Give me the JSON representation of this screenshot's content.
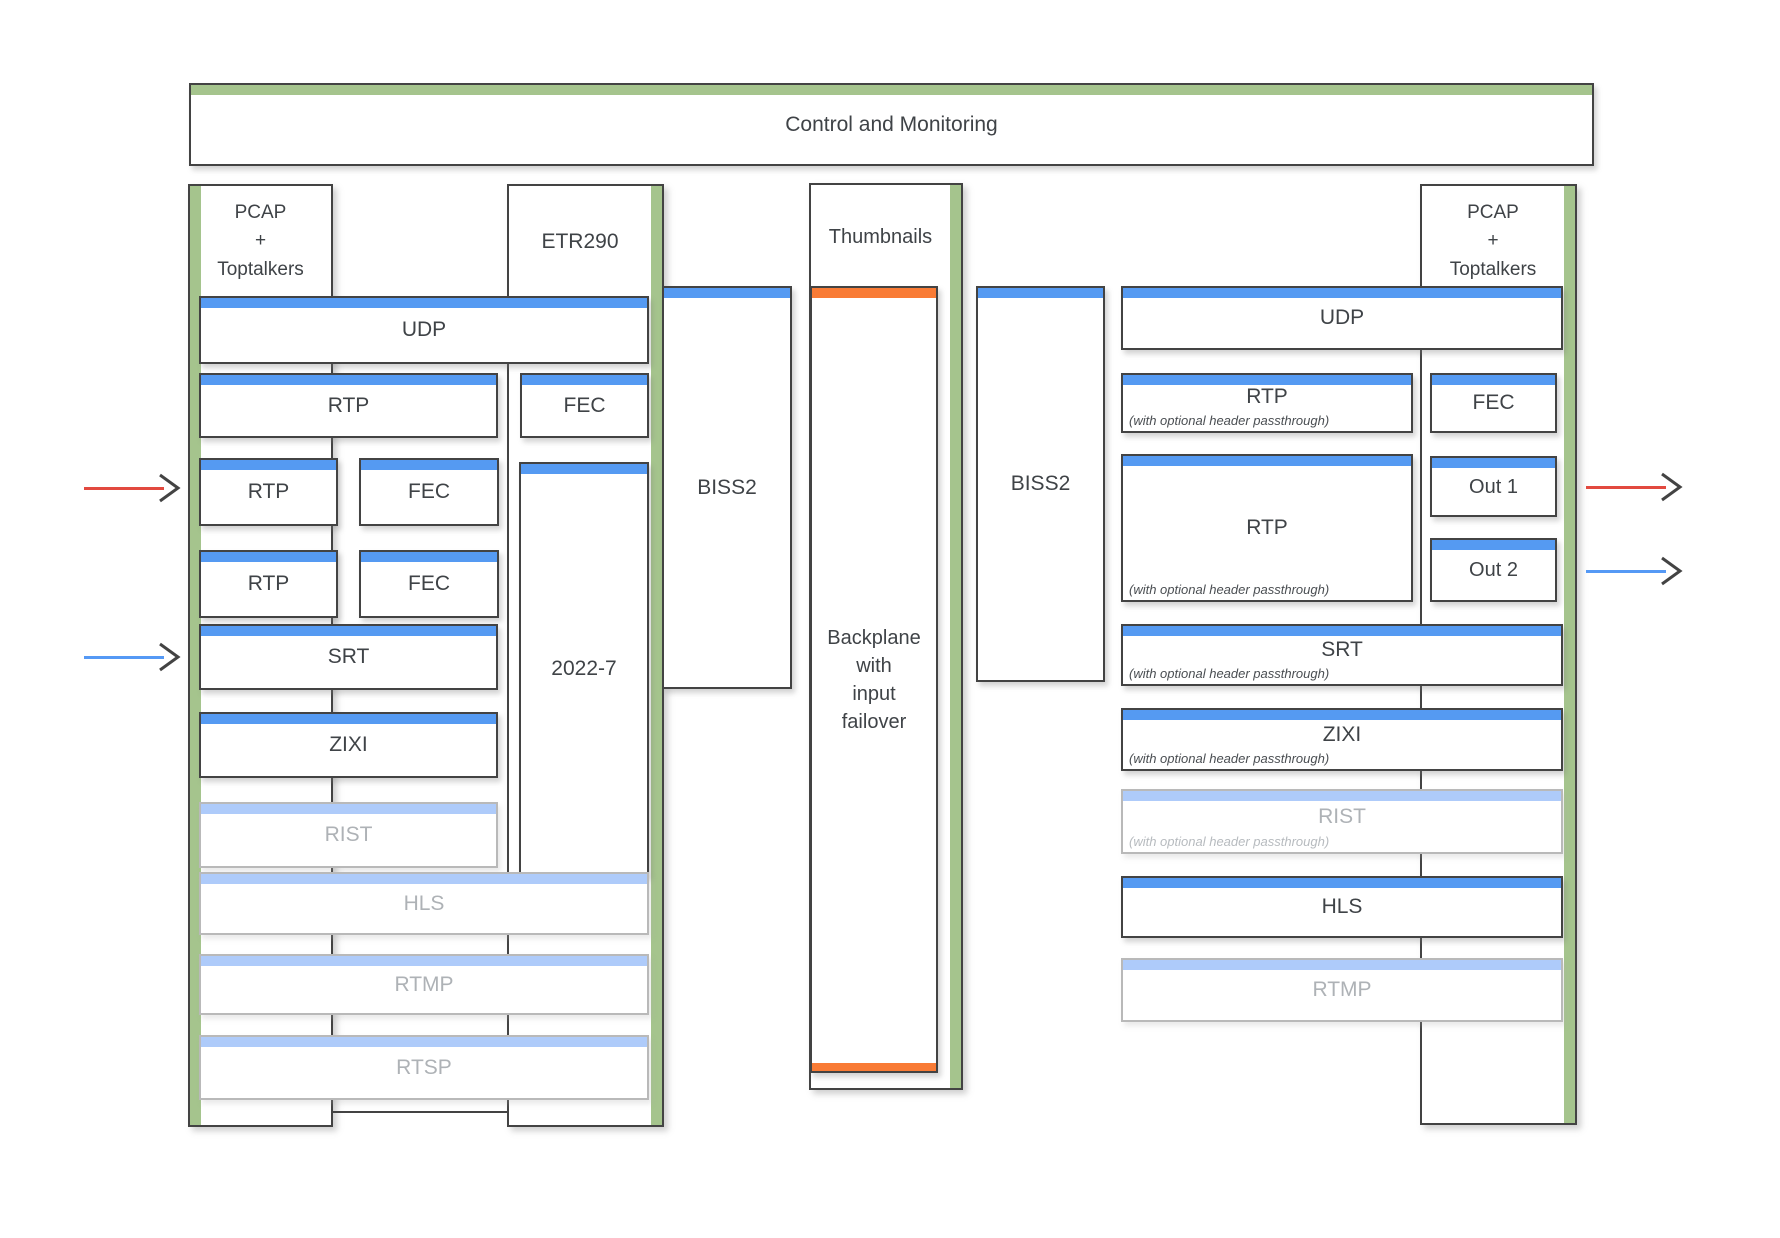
{
  "colors": {
    "chassis_green": "#a5c48d",
    "active_blue": "#559af2",
    "faded_blue": "#aecbfa",
    "backplane_orange": "#f97b35",
    "arrow_red": "#e2493f",
    "arrow_blue": "#5599f5",
    "border_dark": "#434343",
    "border_faded": "#b9b9b9",
    "text_dark": "#3f4347",
    "text_faded": "#aeb2b6"
  },
  "control_bar": {
    "label": "Control and Monitoring"
  },
  "left_unit": {
    "pcap_line1": "PCAP",
    "pcap_line2": "+",
    "pcap_line3": "Toptalkers",
    "etr290_label": "ETR290",
    "udp": "UDP",
    "rtp_row1": "RTP",
    "fec_row1": "FEC",
    "rtp_row2": "RTP",
    "fec_row2": "FEC",
    "rtp_row3": "RTP",
    "fec_row3": "FEC",
    "s2022_7": "2022-7",
    "srt": "SRT",
    "zixi": "ZIXI",
    "rist": "RIST",
    "hls": "HLS",
    "rtmp": "RTMP",
    "rtsp": "RTSP"
  },
  "middle": {
    "biss2_in": "BISS2",
    "thumbnails": "Thumbnails",
    "backplane_line1": "Backplane",
    "backplane_line2": "with",
    "backplane_line3": "input",
    "backplane_line4": "failover",
    "biss2_out": "BISS2"
  },
  "right_unit": {
    "udp": "UDP",
    "rtp1": "RTP",
    "rtp2": "RTP",
    "fec": "FEC",
    "out1": "Out 1",
    "out2": "Out 2",
    "srt": "SRT",
    "zixi": "ZIXI",
    "rist": "RIST",
    "hls": "HLS",
    "rtmp": "RTMP",
    "passthrough_note": "(with optional header passthrough)",
    "pcap_line1": "PCAP",
    "pcap_line2": "+",
    "pcap_line3": "Toptalkers"
  }
}
